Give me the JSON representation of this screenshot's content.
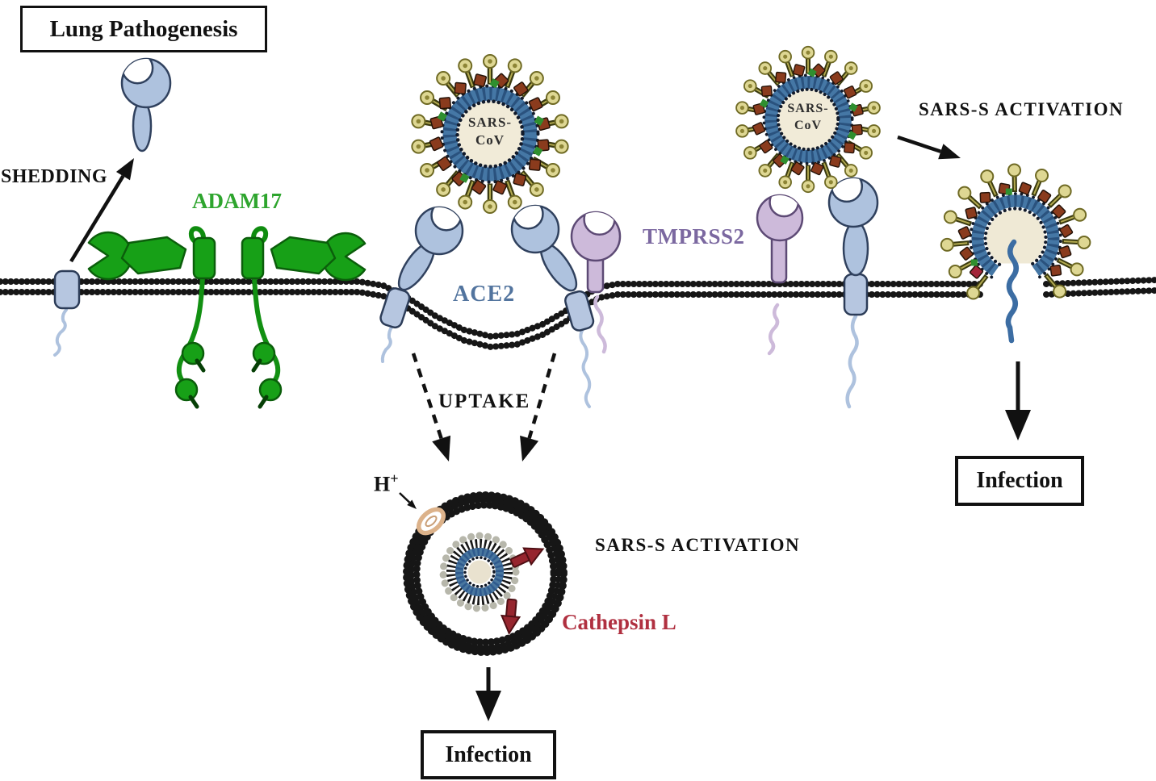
{
  "figure": {
    "title_box": "Lung Pathogenesis",
    "labels": {
      "shedding": "SHEDDING",
      "adam17": "ADAM17",
      "ace2": "ACE2",
      "tmprss2": "TMPRSS2",
      "sars_s_activation_membrane": "SARS-S ACTIVATION",
      "uptake": "UPTAKE",
      "h_plus_base": "H",
      "h_plus_sup": "+",
      "sars_s_activation_endosome": "SARS-S ACTIVATION",
      "cathepsin_l": "Cathepsin L",
      "infection_right": "Infection",
      "infection_bottom": "Infection"
    },
    "virion_label": {
      "line1": "SARS-",
      "line2": "CoV"
    },
    "colors": {
      "adam17_green": "#17a017",
      "adam17_dark": "#0b5e0b",
      "adam17_label": "#2ea52e",
      "ace2_blue": "#aec2de",
      "ace2_anchor_blue": "#b6c6e0",
      "ace2_dark": "#30415e",
      "ace2_label": "#52749e",
      "tmprss2_purple": "#cdbada",
      "tmprss2_dark": "#5d4a75",
      "tmprss2_label": "#7b68a0",
      "virus_envelope_blue": "#4577a5",
      "virus_envelope_dark": "#2a527e",
      "spike_head_khaki": "#ded793",
      "spike_stem_olive": "#3b3b10",
      "spike_square_brown": "#8a3b1d",
      "cathepsin_red": "#96252e",
      "cathepsin_label": "#b03040",
      "membrane_black": "#161616",
      "genome_blue": "#3c6da3",
      "virus_core_cream": "#f1ebd8",
      "proton_channel_tan": "#dcb28a"
    }
  }
}
